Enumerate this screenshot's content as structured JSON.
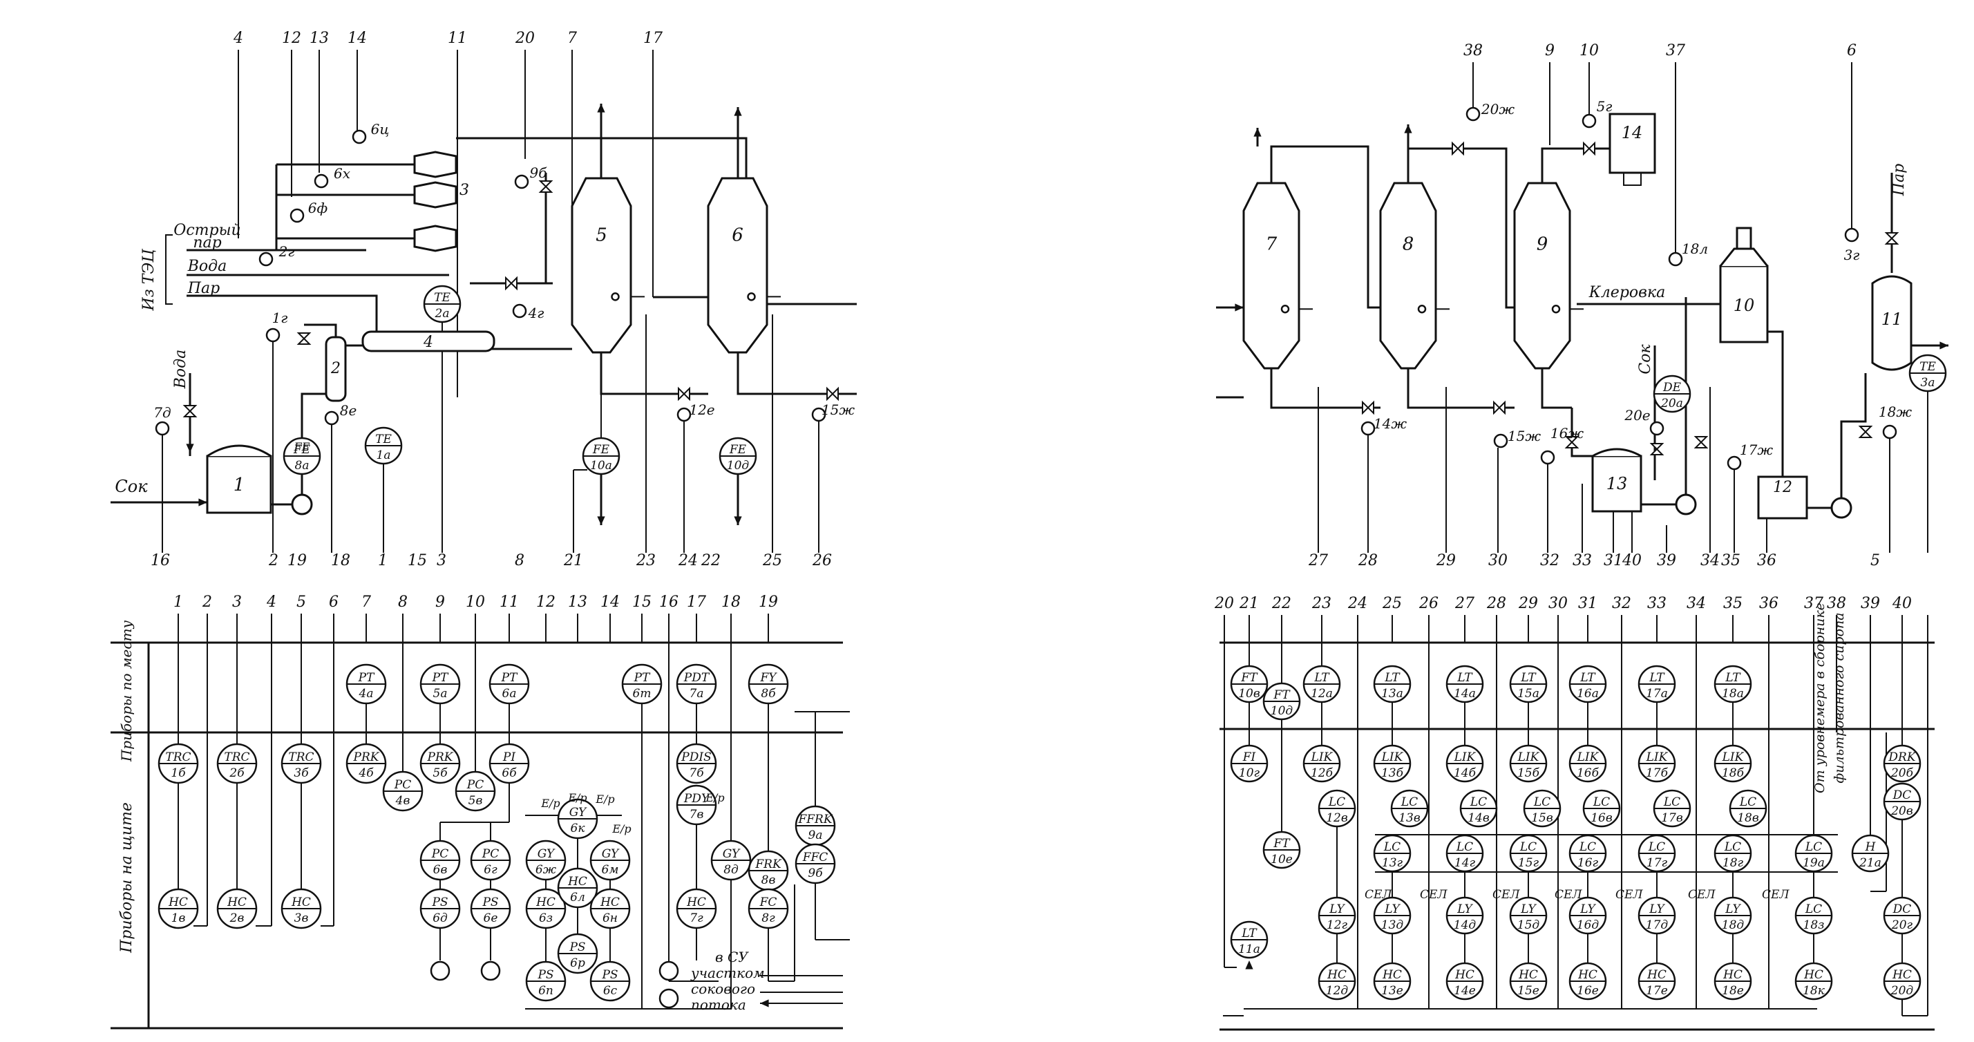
{
  "left": {
    "equipment": [
      "1",
      "2",
      "3",
      "4",
      "5",
      "6"
    ],
    "streams": {
      "sok": "Сок",
      "voda_top": "Вода",
      "ostry_par_1": "Острый",
      "ostry_par_2": "пар",
      "voda": "Вода",
      "par": "Пар",
      "iz_tec": "Из ТЭЦ"
    },
    "top_numbers": [
      "4",
      "12",
      "13",
      "14",
      "11",
      "20",
      "7",
      "17"
    ],
    "bottom_numbers": [
      "16",
      "2",
      "19",
      "18",
      "1",
      "15",
      "3",
      "8",
      "21",
      "23",
      "24",
      "22",
      "25",
      "26"
    ],
    "field_instruments": [
      {
        "id": "6ц",
        "kind": "point"
      },
      {
        "id": "6х",
        "kind": "point"
      },
      {
        "id": "6ф",
        "kind": "point"
      },
      {
        "id": "2г",
        "kind": "point"
      },
      {
        "id": "9б",
        "kind": "point"
      },
      {
        "id": "4г",
        "kind": "point"
      },
      {
        "id": "1г",
        "kind": "point"
      },
      {
        "id": "8е",
        "kind": "point"
      },
      {
        "id": "7д",
        "kind": "point"
      },
      {
        "id": "12е",
        "kind": "point"
      },
      {
        "id": "15ж",
        "kind": "point"
      },
      {
        "id": "TE 2а",
        "kind": "circle"
      },
      {
        "id": "TE 1а",
        "kind": "circle"
      },
      {
        "id": "FE 8а",
        "kind": "circle"
      },
      {
        "id": "FE 10а",
        "kind": "circle"
      },
      {
        "id": "FE 10д",
        "kind": "circle"
      }
    ],
    "panel": {
      "row_label_local": "Приборы по месту",
      "row_label_board": "Приборы на щите",
      "columns": [
        "1",
        "2",
        "3",
        "4",
        "5",
        "6",
        "7",
        "8",
        "9",
        "10",
        "11",
        "12",
        "13",
        "14",
        "15",
        "16",
        "17",
        "18",
        "19"
      ],
      "local": [
        {
          "l1": "PT",
          "l2": "4а"
        },
        {
          "l1": "PT",
          "l2": "5а"
        },
        {
          "l1": "PT",
          "l2": "6а"
        },
        {
          "l1": "PT",
          "l2": "6т"
        },
        {
          "l1": "PDT",
          "l2": "7а"
        },
        {
          "l1": "FY",
          "l2": "8б"
        }
      ],
      "board": [
        {
          "l1": "TRC",
          "l2": "1б"
        },
        {
          "l1": "HC",
          "l2": "1в"
        },
        {
          "l1": "TRC",
          "l2": "2б"
        },
        {
          "l1": "HC",
          "l2": "2в"
        },
        {
          "l1": "TRC",
          "l2": "3б"
        },
        {
          "l1": "HC",
          "l2": "3в"
        },
        {
          "l1": "PRK",
          "l2": "4б"
        },
        {
          "l1": "PC",
          "l2": "4в"
        },
        {
          "l1": "PRK",
          "l2": "5б"
        },
        {
          "l1": "PC",
          "l2": "5в"
        },
        {
          "l1": "PI",
          "l2": "6б"
        },
        {
          "l1": "PC",
          "l2": "6в"
        },
        {
          "l1": "PC",
          "l2": "6г"
        },
        {
          "l1": "PS",
          "l2": "6д"
        },
        {
          "l1": "PS",
          "l2": "6е"
        },
        {
          "l1": "GY",
          "l2": "6к"
        },
        {
          "l1": "GY",
          "l2": "6ж"
        },
        {
          "l1": "GY",
          "l2": "6м"
        },
        {
          "l1": "HC",
          "l2": "6з"
        },
        {
          "l1": "HC",
          "l2": "6л"
        },
        {
          "l1": "HC",
          "l2": "6н"
        },
        {
          "l1": "PS",
          "l2": "6п"
        },
        {
          "l1": "PS",
          "l2": "6р"
        },
        {
          "l1": "PS",
          "l2": "6с"
        },
        {
          "l1": "PDIS",
          "l2": "7б"
        },
        {
          "l1": "PDY",
          "l2": "7в"
        },
        {
          "l1": "HC",
          "l2": "7г"
        },
        {
          "l1": "GY",
          "l2": "8д"
        },
        {
          "l1": "FRK",
          "l2": "8в"
        },
        {
          "l1": "FC",
          "l2": "8г"
        },
        {
          "l1": "FFRK",
          "l2": "9а"
        },
        {
          "l1": "FFC",
          "l2": "9б"
        }
      ],
      "signal_labels": [
        "E/p",
        "E/p",
        "E/p",
        "E/p"
      ],
      "note_1": "в СУ",
      "note_2": "участком",
      "note_3": "сокового",
      "note_4": "потока"
    }
  },
  "right": {
    "equipment": [
      "7",
      "8",
      "9",
      "10",
      "11",
      "12",
      "13",
      "14"
    ],
    "streams": {
      "klerovka": "Клеровка",
      "sok": "Сок",
      "par": "Пар"
    },
    "top_numbers": [
      "38",
      "9",
      "10",
      "37",
      "6"
    ],
    "bottom_numbers": [
      "27",
      "28",
      "29",
      "30",
      "32",
      "33",
      "31",
      "40",
      "39",
      "34",
      "35",
      "36",
      "5"
    ],
    "field_instruments": [
      {
        "id": "20ж",
        "kind": "point"
      },
      {
        "id": "5г",
        "kind": "point"
      },
      {
        "id": "18л",
        "kind": "point"
      },
      {
        "id": "3г",
        "kind": "point"
      },
      {
        "id": "14ж",
        "kind": "point"
      },
      {
        "id": "15ж",
        "kind": "point"
      },
      {
        "id": "16ж",
        "kind": "point"
      },
      {
        "id": "20е",
        "kind": "point"
      },
      {
        "id": "17ж",
        "kind": "point"
      },
      {
        "id": "18ж",
        "kind": "point"
      },
      {
        "id": "DE 20а",
        "kind": "circle"
      },
      {
        "id": "TE 3а",
        "kind": "circle"
      }
    ],
    "panel": {
      "columns": [
        "20",
        "21",
        "22",
        "23",
        "24",
        "25",
        "26",
        "27",
        "28",
        "29",
        "30",
        "31",
        "32",
        "33",
        "34",
        "35",
        "36",
        "37",
        "38",
        "39",
        "40"
      ],
      "side_note_1": "От уровнемера в сборнике",
      "side_note_2": "фильтрованного сиропа",
      "local": [
        {
          "l1": "FT",
          "l2": "10в"
        },
        {
          "l1": "FT",
          "l2": "10д"
        },
        {
          "l1": "LT",
          "l2": "12а"
        },
        {
          "l1": "LT",
          "l2": "13а"
        },
        {
          "l1": "LT",
          "l2": "14а"
        },
        {
          "l1": "LT",
          "l2": "15а"
        },
        {
          "l1": "LT",
          "l2": "16а"
        },
        {
          "l1": "LT",
          "l2": "17а"
        },
        {
          "l1": "LT",
          "l2": "18а"
        }
      ],
      "board": [
        {
          "l1": "FI",
          "l2": "10г"
        },
        {
          "l1": "FT",
          "l2": "10е"
        },
        {
          "l1": "LIK",
          "l2": "12б"
        },
        {
          "l1": "LC",
          "l2": "12в"
        },
        {
          "l1": "LIK",
          "l2": "13б"
        },
        {
          "l1": "LC",
          "l2": "13в"
        },
        {
          "l1": "LIK",
          "l2": "14б"
        },
        {
          "l1": "LC",
          "l2": "14в"
        },
        {
          "l1": "LIK",
          "l2": "15б"
        },
        {
          "l1": "LC",
          "l2": "15в"
        },
        {
          "l1": "LIK",
          "l2": "16б"
        },
        {
          "l1": "LC",
          "l2": "16в"
        },
        {
          "l1": "LIK",
          "l2": "17б"
        },
        {
          "l1": "LC",
          "l2": "17в"
        },
        {
          "l1": "LIK",
          "l2": "18б"
        },
        {
          "l1": "LC",
          "l2": "18в"
        },
        {
          "l1": "LC",
          "l2": "13г"
        },
        {
          "l1": "LC",
          "l2": "14г"
        },
        {
          "l1": "LC",
          "l2": "15г"
        },
        {
          "l1": "LC",
          "l2": "16г"
        },
        {
          "l1": "LC",
          "l2": "17г"
        },
        {
          "l1": "LC",
          "l2": "18г"
        },
        {
          "l1": "LC",
          "l2": "19а"
        },
        {
          "l1": "H",
          "l2": "21а"
        },
        {
          "l1": "LY",
          "l2": "12г"
        },
        {
          "l1": "LY",
          "l2": "13д"
        },
        {
          "l1": "LY",
          "l2": "14д"
        },
        {
          "l1": "LY",
          "l2": "15д"
        },
        {
          "l1": "LY",
          "l2": "16д"
        },
        {
          "l1": "LY",
          "l2": "17д"
        },
        {
          "l1": "LY",
          "l2": "18д"
        },
        {
          "l1": "LC",
          "l2": "18з"
        },
        {
          "l1": "HC",
          "l2": "12д"
        },
        {
          "l1": "HC",
          "l2": "13е"
        },
        {
          "l1": "HC",
          "l2": "14е"
        },
        {
          "l1": "HC",
          "l2": "15е"
        },
        {
          "l1": "HC",
          "l2": "16е"
        },
        {
          "l1": "HC",
          "l2": "17е"
        },
        {
          "l1": "HC",
          "l2": "18е"
        },
        {
          "l1": "HC",
          "l2": "18к"
        },
        {
          "l1": "LT",
          "l2": "11а"
        },
        {
          "l1": "DRK",
          "l2": "20б"
        },
        {
          "l1": "DC",
          "l2": "20в"
        },
        {
          "l1": "DC",
          "l2": "20г"
        },
        {
          "l1": "HC",
          "l2": "20д"
        }
      ],
      "sel_label": "СЕЛ"
    }
  }
}
